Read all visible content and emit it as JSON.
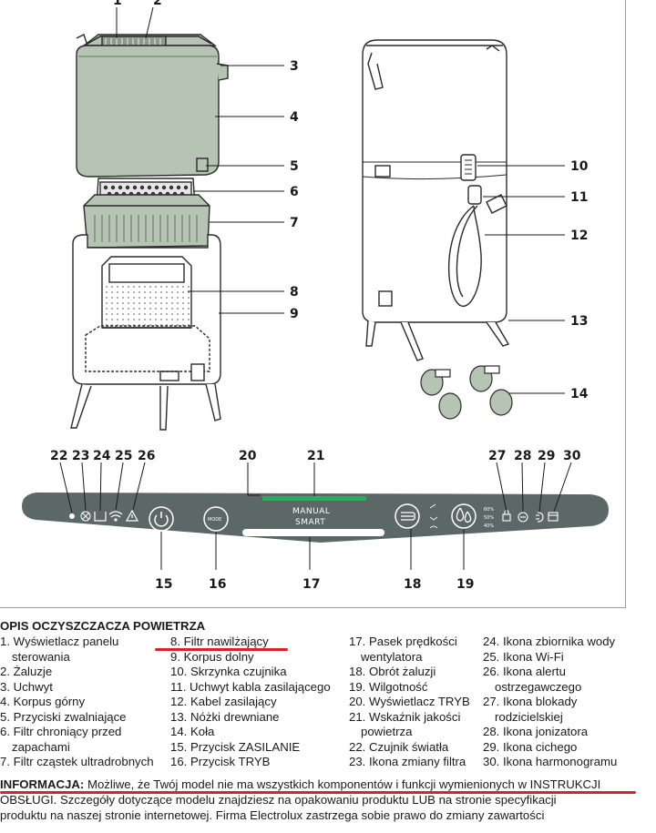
{
  "diagram": {
    "callouts_top_left": [
      "1",
      "2"
    ],
    "callouts_right_left_unit": [
      "3",
      "4",
      "5",
      "6",
      "7",
      "8",
      "9"
    ],
    "callouts_right_unit": [
      "10",
      "11",
      "12",
      "13",
      "14"
    ],
    "callouts_panel_top": [
      "22",
      "23",
      "24",
      "25",
      "26",
      "20",
      "21",
      "27",
      "28",
      "29",
      "30"
    ],
    "callouts_panel_bottom": [
      "15",
      "16",
      "17",
      "18",
      "19"
    ],
    "panel": {
      "manual_label": "MANUAL",
      "smart_label": "SMART",
      "mode_label": "MODE",
      "humidity_levels": [
        "60%",
        "50%",
        "40%"
      ]
    },
    "colors": {
      "panel": "#5c6866",
      "filter_green": "#b6c4b4",
      "indicator_green": "#1fb35b",
      "underline_red": "#d8232a"
    }
  },
  "legend": {
    "title": "OPIS OCZYSZCZACZA POWIETRZA",
    "col1": [
      "1. Wyświetlacz panelu",
      "sterowania",
      "2. Żaluzje",
      "3. Uchwyt",
      "4. Korpus górny",
      "5. Przyciski zwalniające",
      "6. Filtr chroniący przed",
      "zapachami",
      "7. Filtr cząstek ultradrobnych"
    ],
    "col2": [
      "8. Filtr nawilżający",
      "9. Korpus dolny",
      "10. Skrzynka czujnika",
      "11. Uchwyt kabla zasilającego",
      "12. Kabel zasilający",
      "13. Nóżki drewniane",
      "14. Koła",
      "15. Przycisk ZASILANIE",
      "16. Przycisk TRYB"
    ],
    "col3": [
      "17. Pasek prędkości",
      "wentylatora",
      "18. Obrót żaluzji",
      "19. Wilgotność",
      "20. Wyświetlacz TRYB",
      "21. Wskaźnik jakości",
      "powietrza",
      "22. Czujnik światła",
      "23. Ikona zmiany filtra"
    ],
    "col4": [
      "24. Ikona zbiornika wody",
      "25. Ikona Wi-Fi",
      "26. Ikona alertu",
      "ostrzegawczego",
      "27. Ikona blokady",
      "rodzicielskiej",
      "28. Ikona jonizatora",
      "29. Ikona cichego",
      "30. Ikona harmonogramu"
    ]
  },
  "info": {
    "label": "INFORMACJA:",
    "line1": " Możliwe, że Twój model nie ma wszystkich komponentów i funkcji wymienionych w INSTRUKCJI",
    "line2": "OBSŁUGI. Szczegóły dotyczące modelu znajdziesz na opakowaniu produktu LUB na stronie specyfikacji",
    "line3": "produktu na naszej stronie internetowej. Firma Electrolux zastrzega sobie prawo do zmiany zawartości"
  }
}
